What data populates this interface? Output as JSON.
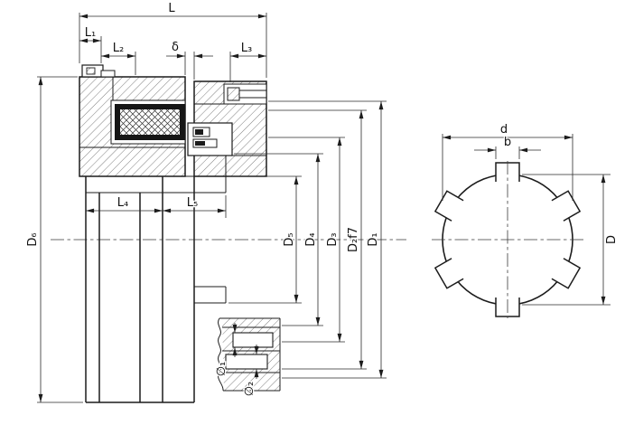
{
  "drawing_labels": {
    "L": "L",
    "L1": "L₁",
    "L2": "L₂",
    "L3": "L₃",
    "L4": "L₄",
    "L5": "L₅",
    "delta": "δ",
    "D1": "D₁",
    "D2f7": "D₂f7",
    "D3": "D₃",
    "D4": "D₄",
    "D5": "D₅",
    "D6": "D₆",
    "phi1": "∅₁",
    "phi2": "∅₂",
    "d": "d",
    "b": "b",
    "D": "D"
  },
  "colors": {
    "line": "#1c1c1c",
    "background": "#ffffff",
    "hatch": "#555555"
  }
}
